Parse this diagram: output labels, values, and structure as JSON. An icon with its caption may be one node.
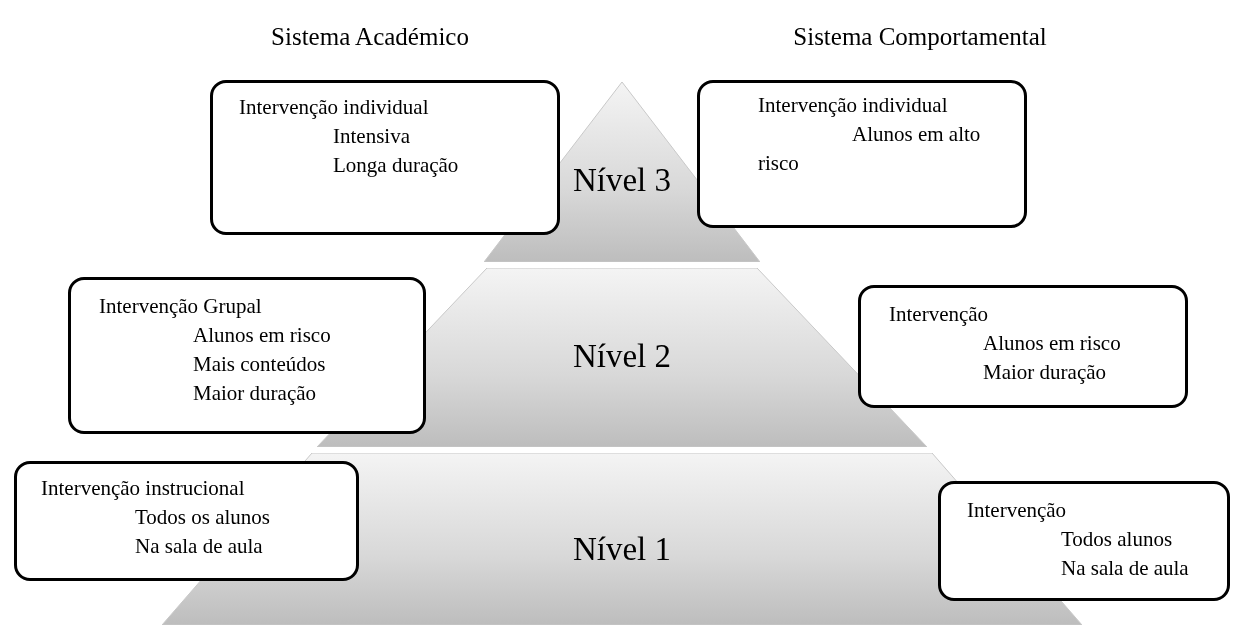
{
  "diagram": {
    "nodes": [
      {
        "text": [
          "Intervenção individual",
          "Intensiva",
          "Longa duração"
        ]
      },
      {
        "text": [
          "Nível 3"
        ]
      },
      {
        "text": [
          "Intervenção individual",
          "Alunos em alto risco"
        ]
      },
      {
        "text": [
          "Intervenção Grupal",
          "Alunos em risco",
          "Mais conteúdos",
          "Maior duração"
        ]
      },
      {
        "text": [
          "Nível 2"
        ]
      },
      {
        "text": [
          "Intervenção",
          "Alunos em risco",
          "Maior duração"
        ]
      },
      {
        "text": [
          "Intervenção instrucional",
          "Todos os alunos",
          "Na sala de aula"
        ]
      },
      {
        "text": [
          "Nível 1"
        ]
      },
      {
        "text": [
          "Intervenção",
          "Todos alunos",
          "Na sala de aula"
        ]
      }
    ],
    "edges": [],
    "labels": [
      "Sistema Académico",
      "Sistema Comportamental"
    ]
  }
}
